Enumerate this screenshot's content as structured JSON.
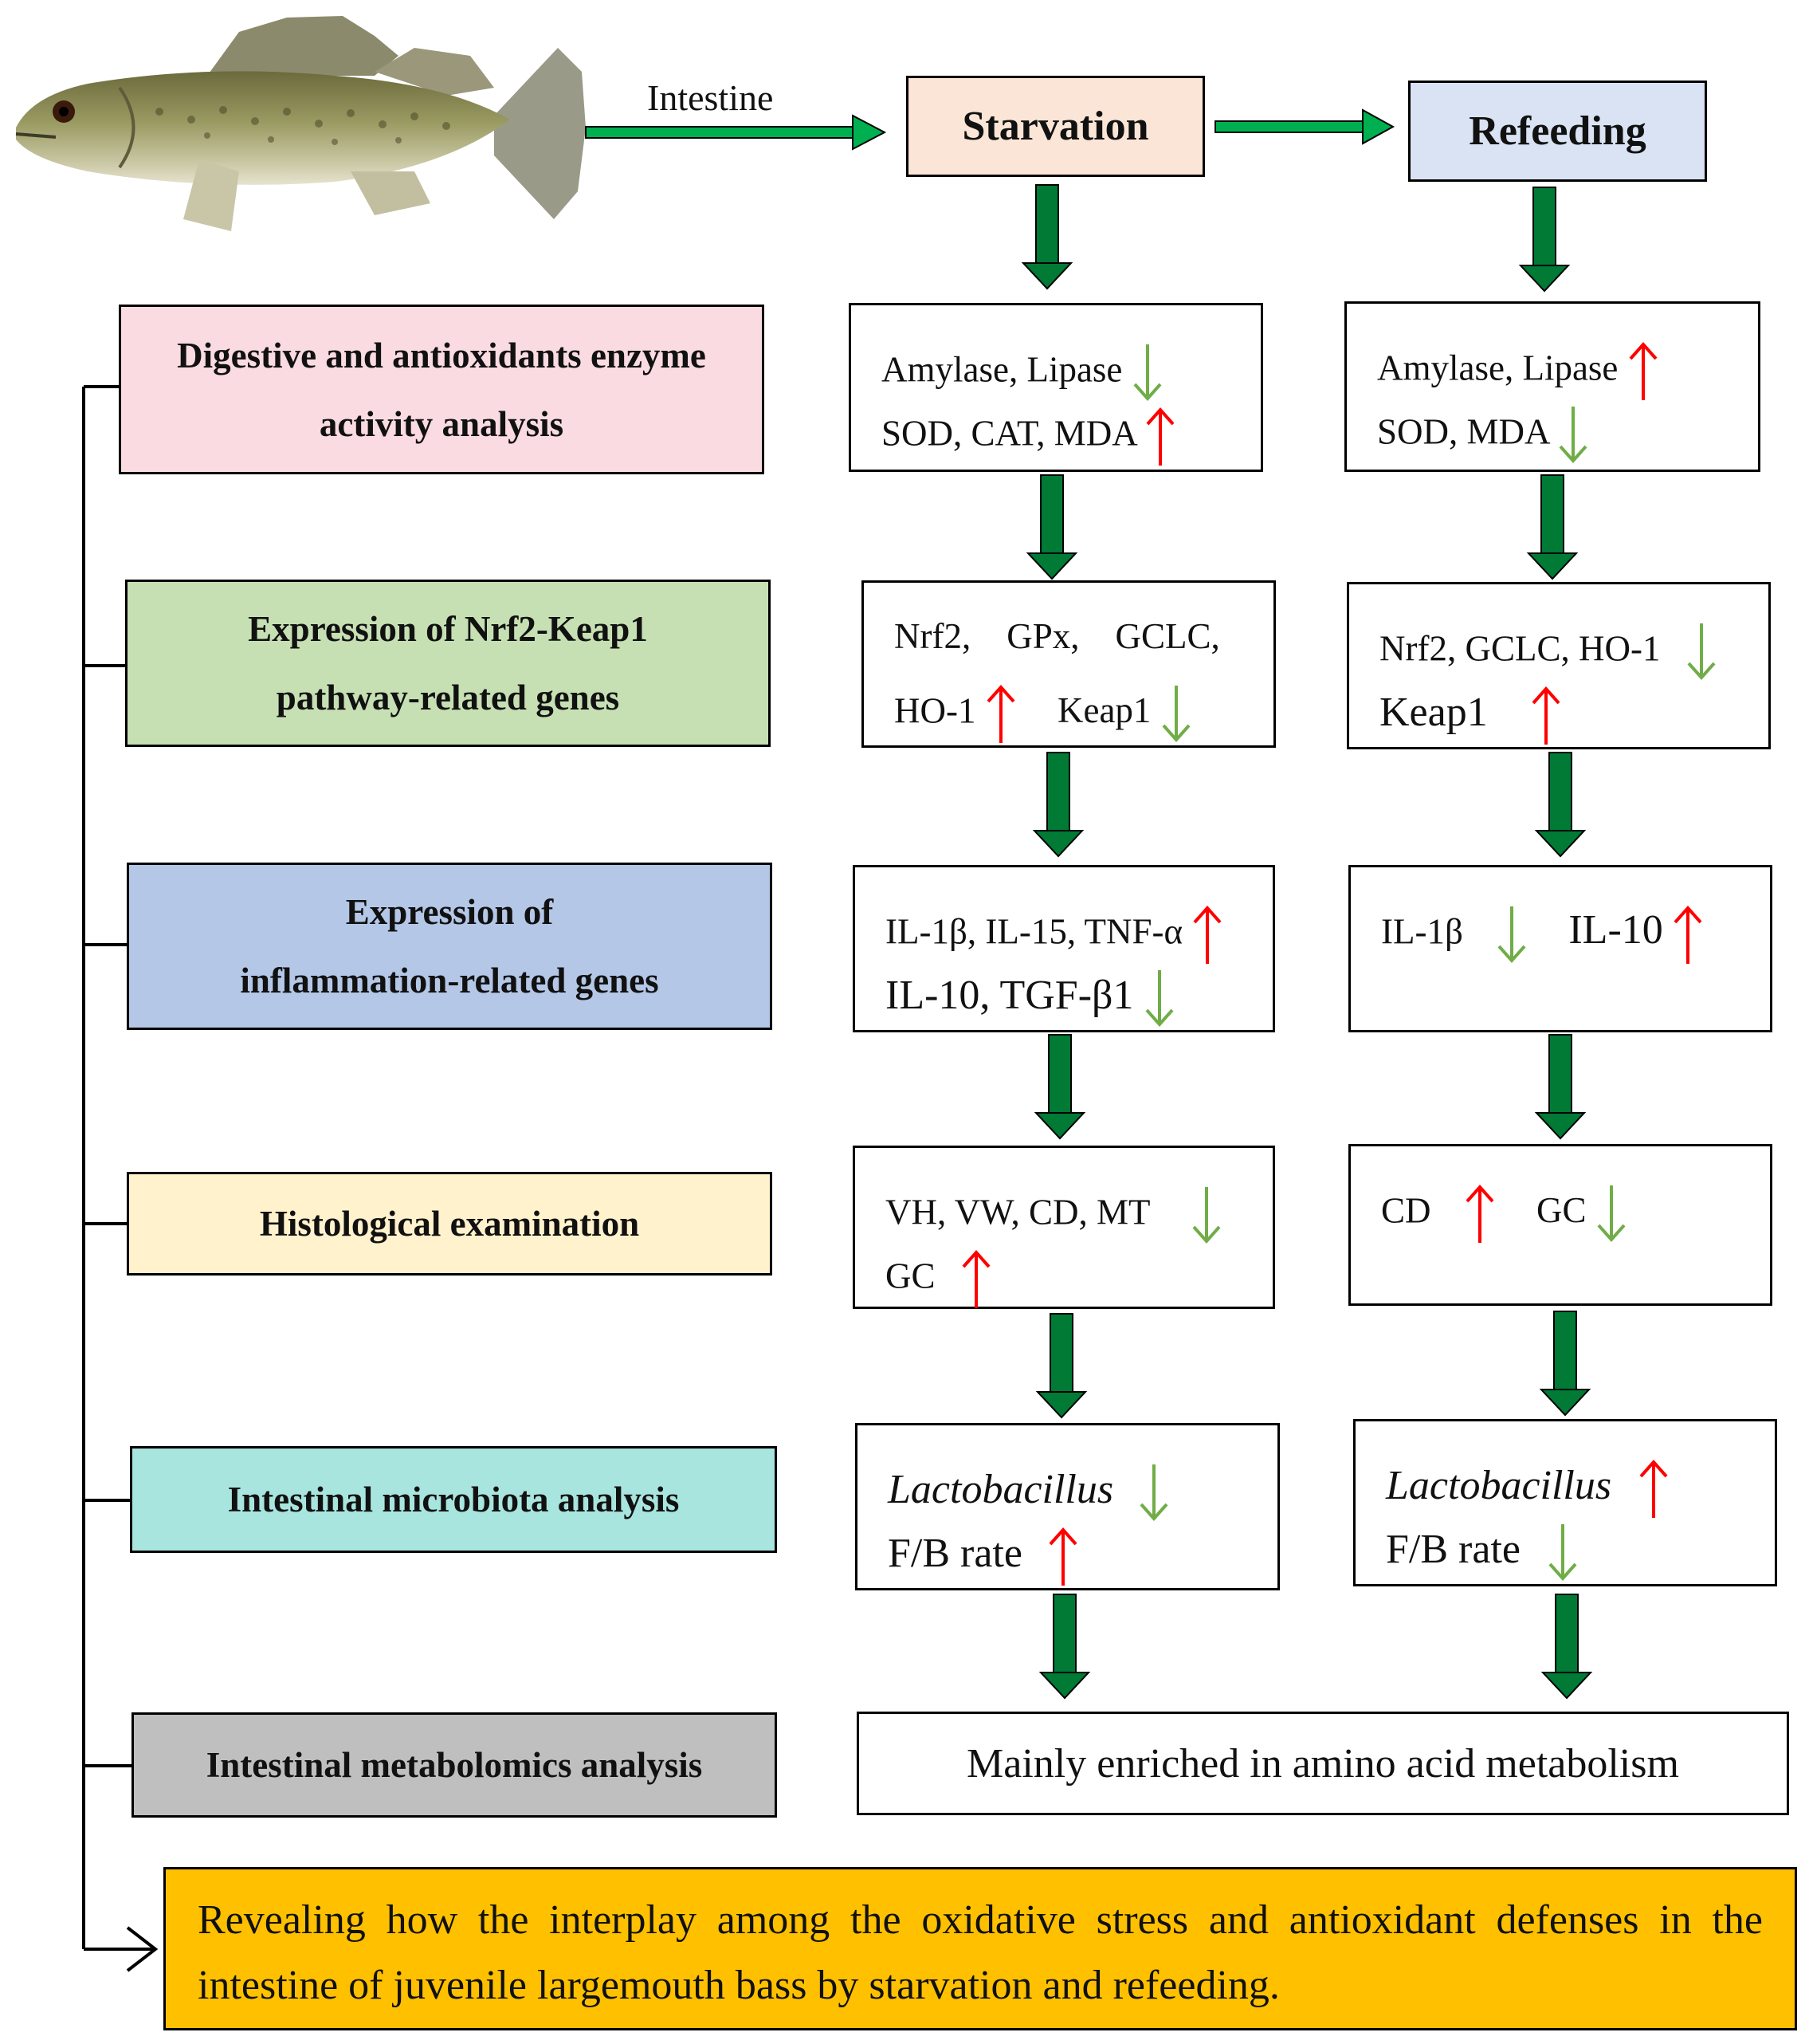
{
  "header": {
    "intestine_label": "Intestine",
    "starvation_title": "Starvation",
    "refeeding_title": "Refeeding"
  },
  "colors": {
    "starvation_bg": "#fbe5d6",
    "refeeding_bg": "#dae3f3",
    "arrow_green": "#00b050",
    "up_red": "#ff0000",
    "down_green": "#70ad47",
    "conclusion_bg": "#ffc000"
  },
  "categories": [
    {
      "line1": "Digestive and antioxidants enzyme",
      "line2": "activity analysis",
      "color": "#f9dbe1"
    },
    {
      "line1": "Expression of Nrf2-Keap1",
      "line2": "pathway-related genes",
      "color": "#c6e0b4"
    },
    {
      "line1": "Expression of",
      "line2": "inflammation-related genes",
      "color": "#b4c7e7"
    },
    {
      "line1": "Histological examination",
      "color": "#fff2cc"
    },
    {
      "line1": "Intestinal microbiota analysis",
      "color": "#a9e5df"
    },
    {
      "line1": "Intestinal metabolomics analysis",
      "color": "#bfbfbf"
    }
  ],
  "starvation": {
    "enzyme": {
      "l1": "Amylase, Lipase",
      "l2": "SOD, CAT, MDA"
    },
    "nrf2": {
      "l1": "Nrf2,    GPx,    GCLC,",
      "l2a": "HO-1",
      "l2b": "Keap1"
    },
    "inflam": {
      "l1": "IL-1β, IL-15, TNF-α",
      "l2": "IL-10, TGF-β1"
    },
    "histo": {
      "l1": "VH, VW, CD, MT",
      "l2": "GC"
    },
    "micro": {
      "l1": "Lactobacillus",
      "l2": "F/B rate"
    }
  },
  "refeeding": {
    "enzyme": {
      "l1": "Amylase, Lipase",
      "l2": "SOD, MDA"
    },
    "nrf2": {
      "l1": "Nrf2, GCLC, HO-1",
      "l2": "Keap1"
    },
    "inflam": {
      "l1a": "IL-1β",
      "l1b": "IL-10"
    },
    "histo": {
      "l1a": "CD",
      "l1b": "GC"
    },
    "micro": {
      "l1": "Lactobacillus",
      "l2": "F/B rate"
    }
  },
  "metabolomics": "Mainly enriched in amino acid metabolism",
  "conclusion": {
    "l1": "Revealing how the interplay among the oxidative stress and antioxidant defenses in the",
    "l2": "intestine of juvenile largemouth bass by starvation and refeeding."
  }
}
